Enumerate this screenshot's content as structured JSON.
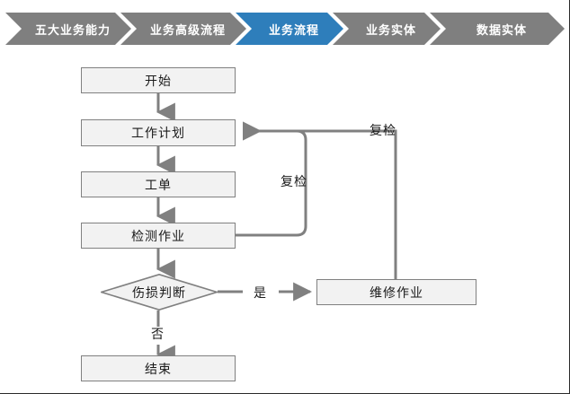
{
  "breadcrumb": {
    "items": [
      {
        "label": "五大业务能力",
        "active": false
      },
      {
        "label": "业务高级流程",
        "active": false
      },
      {
        "label": "业务流程",
        "active": true
      },
      {
        "label": "业务实体",
        "active": false
      },
      {
        "label": "数据实体",
        "active": false
      }
    ],
    "colors": {
      "inactive_bg": "#7f7f7f",
      "active_bg": "#2e7ebb",
      "text": "#ffffff"
    }
  },
  "flowchart": {
    "colors": {
      "node_fill": "#f2f2f2",
      "node_border": "#808080",
      "connector": "#808080",
      "text": "#1a1a1a",
      "canvas_bg": "#ffffff"
    },
    "nodes": {
      "start": "开始",
      "work_plan": "工作计划",
      "work_order": "工单",
      "inspection": "检测作业",
      "decision": "伤损判断",
      "repair": "维修作业",
      "end": "结束"
    },
    "edge_labels": {
      "yes": "是",
      "no": "否",
      "reinspect_inner": "复检",
      "reinspect_outer": "复检"
    }
  }
}
